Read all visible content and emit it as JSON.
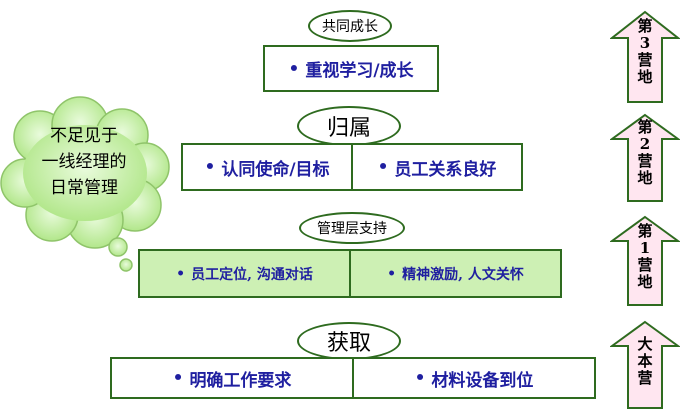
{
  "levels": {
    "top": {
      "label": "共同成长",
      "items": [
        "重视学习/成长"
      ]
    },
    "second": {
      "label": "归属",
      "items": [
        "认同使命/目标",
        "员工关系良好"
      ]
    },
    "third": {
      "label": "管理层支持",
      "items": [
        "员工定位, 沟通对话",
        "精神激励, 人文关怀"
      ]
    },
    "bottom": {
      "label": "获取",
      "items": [
        "明确工作要求",
        "材料设备到位"
      ]
    }
  },
  "bullet": "•",
  "camps": [
    {
      "lines": [
        "第",
        "3",
        "营",
        "地"
      ]
    },
    {
      "lines": [
        "第",
        "2",
        "营",
        "地"
      ]
    },
    {
      "lines": [
        "第",
        "1",
        "营",
        "地"
      ]
    },
    {
      "lines": [
        "大",
        "本",
        "营"
      ]
    }
  ],
  "callout": {
    "lines": [
      "不足见于",
      "一线经理的",
      "日常管理"
    ]
  },
  "colors": {
    "border": "#2e6b1f",
    "item_text": "#1f1fa0",
    "green_fill": "#cdf0b4",
    "arrow_fill": "#ffe6f0"
  }
}
